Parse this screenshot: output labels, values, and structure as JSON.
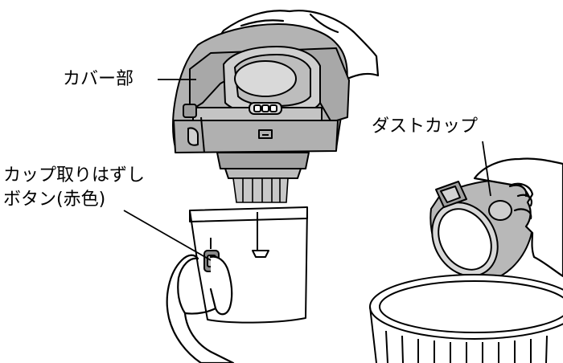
{
  "labels": {
    "cover": "カバー部",
    "dust_cup": "ダストカップ",
    "release_button_line1": "カップ取りはずし",
    "release_button_line2": "ボタン(赤色)"
  },
  "colors": {
    "part_fill": "#b3b3b3",
    "part_dark": "#8a8a8a",
    "line": "#000000",
    "background": "#ffffff"
  }
}
